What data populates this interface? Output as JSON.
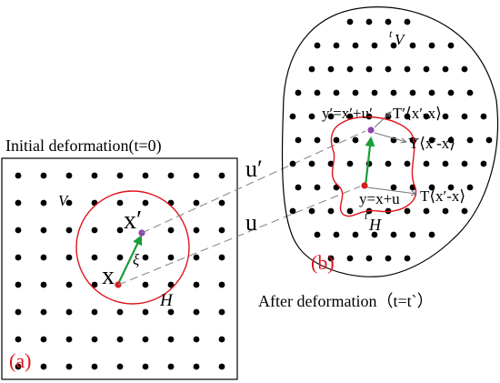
{
  "left_panel": {
    "title": "Initial deformation(t=0)",
    "region_label": "V",
    "neighborhood_label": "H",
    "point_x_label": "x",
    "point_x_prime_label": "x′",
    "bond_label": "ξ",
    "panel_tag": "(a)"
  },
  "right_panel": {
    "title": "After deformation（t=t`）",
    "region_label": "V",
    "region_prefix": "t",
    "neighborhood_label": "H",
    "neighborhood_prefix": "t",
    "point_y_prime_label": "y′=x′+u′",
    "point_y_label": "y=x+u",
    "force_t_prime": "T′⟨x′-x⟩",
    "state_y": "Y⟨x′-x⟩",
    "force_t": "T⟨x′-x⟩",
    "panel_tag": "(b)"
  },
  "mapping": {
    "u_prime_label": "u′",
    "u_label": "u"
  },
  "colors": {
    "ink": "#000000",
    "neighborhood": "#e0141e",
    "point_x": "#d81e1e",
    "point_x_prime": "#8e44ad",
    "bond": "#1a9e3a",
    "panel_tag": "#e0141e",
    "dashed": "#8a8a8a"
  }
}
